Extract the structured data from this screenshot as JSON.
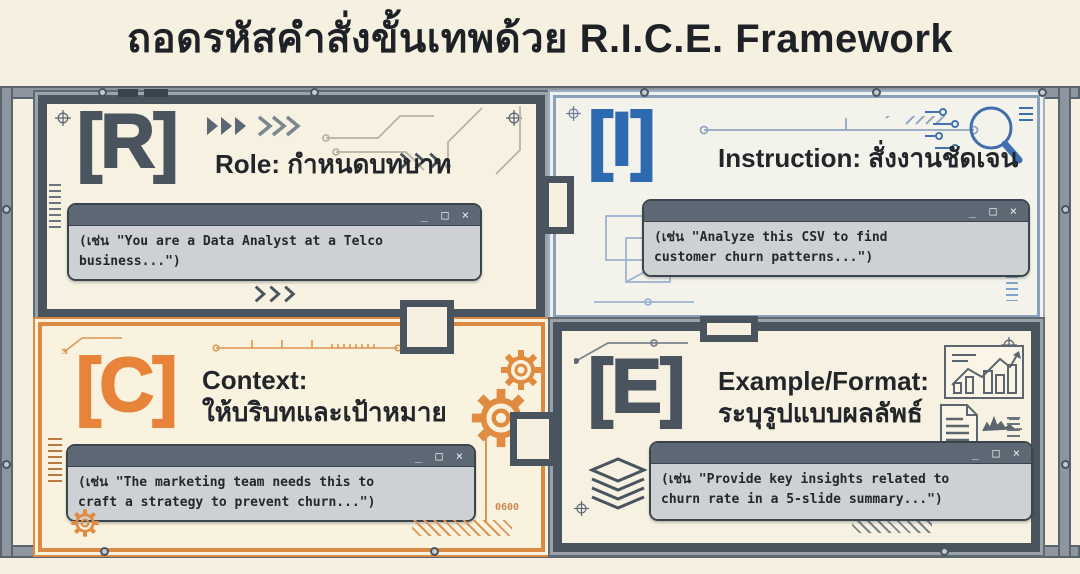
{
  "title": "ถอดรหัสคำสั่งขั้นเทพด้วย R.I.C.E. Framework",
  "window_controls": "_ □ ×",
  "colors": {
    "background": "#f5f0df",
    "slate": "#49545f",
    "blue": "#2e6ab0",
    "orange": "#e8833a",
    "terminal_titlebar": "#5d6874",
    "terminal_body": "#cdd1d3"
  },
  "panels": {
    "role": {
      "bracket": "[R]",
      "title": "Role: กำหนดบทบาท",
      "example": "(เช่น \"You are a Data Analyst at a Telco\nbusiness...\")"
    },
    "instruction": {
      "bracket": "[I]",
      "title": "Instruction: สั่งงานชัดเจน",
      "example": "(เช่น \"Analyze this CSV to find\ncustomer churn patterns...\")"
    },
    "context": {
      "bracket": "[C]",
      "title_line1": "Context:",
      "title_line2": "ให้บริบทและเป้าหมาย",
      "example": "(เช่น \"The marketing team needs this to\ncraft a strategy to prevent churn...\")"
    },
    "example_format": {
      "bracket": "[E]",
      "title_line1": "Example/Format:",
      "title_line2": "ระบุรูปแบบผลลัพธ์",
      "example": "(เช่น \"Provide key insights related to\nchurn rate in a 5-slide summary...\")"
    }
  },
  "decor": {
    "dial_label": "0600"
  }
}
